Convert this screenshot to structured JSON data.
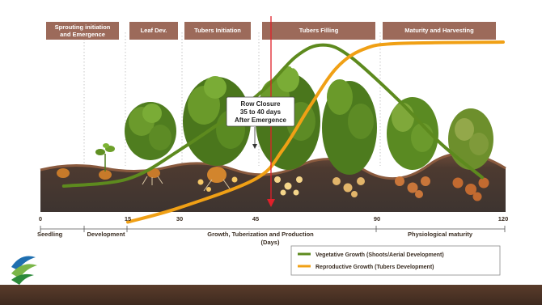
{
  "stages": [
    {
      "line1": "Sprouting initiation",
      "line2": "and Emergence"
    },
    {
      "line1": "Leaf Dev.",
      "line2": ""
    },
    {
      "line1": "Tubers Initiation",
      "line2": ""
    },
    {
      "line1": "Tubers Filling",
      "line2": ""
    },
    {
      "line1": "Maturity and Harvesting",
      "line2": ""
    }
  ],
  "callout": {
    "line1": "Row Closure",
    "line2": "35 to 40 days",
    "line3": "After Emergence"
  },
  "axis": {
    "ticks": [
      "0",
      "15",
      "30",
      "45",
      "90",
      "120"
    ],
    "phases": [
      "Seedling",
      "Development",
      "Growth, Tuberization and Production",
      "Physiological maturity"
    ],
    "unit_label": "(Days)"
  },
  "legend": {
    "vegetative": "Vegetative Growth (Shoots/Aerial Development)",
    "reproductive": "Reproductive Growth (Tubers Development)"
  },
  "colors": {
    "stage_box": "#9c6a5a",
    "vegetative": "#5d8a1e",
    "reproductive": "#f0a015",
    "marker": "#e0202a",
    "footer": "#4a3326",
    "soil": "#4a3a30"
  },
  "curves": {
    "vegetative": [
      [
        4,
        0
      ],
      [
        15,
        0.05
      ],
      [
        30,
        0.25
      ],
      [
        45,
        0.62
      ],
      [
        60,
        0.9
      ],
      [
        70,
        0.98
      ],
      [
        80,
        0.9
      ],
      [
        95,
        0.6
      ],
      [
        105,
        0.3
      ],
      [
        115,
        0.06
      ]
    ],
    "reproductive": [
      [
        15,
        -0.25
      ],
      [
        30,
        -0.15
      ],
      [
        45,
        0.05
      ],
      [
        55,
        0.25
      ],
      [
        65,
        0.55
      ],
      [
        75,
        0.82
      ],
      [
        85,
        0.95
      ],
      [
        95,
        0.99
      ],
      [
        120,
        1.0
      ]
    ]
  }
}
